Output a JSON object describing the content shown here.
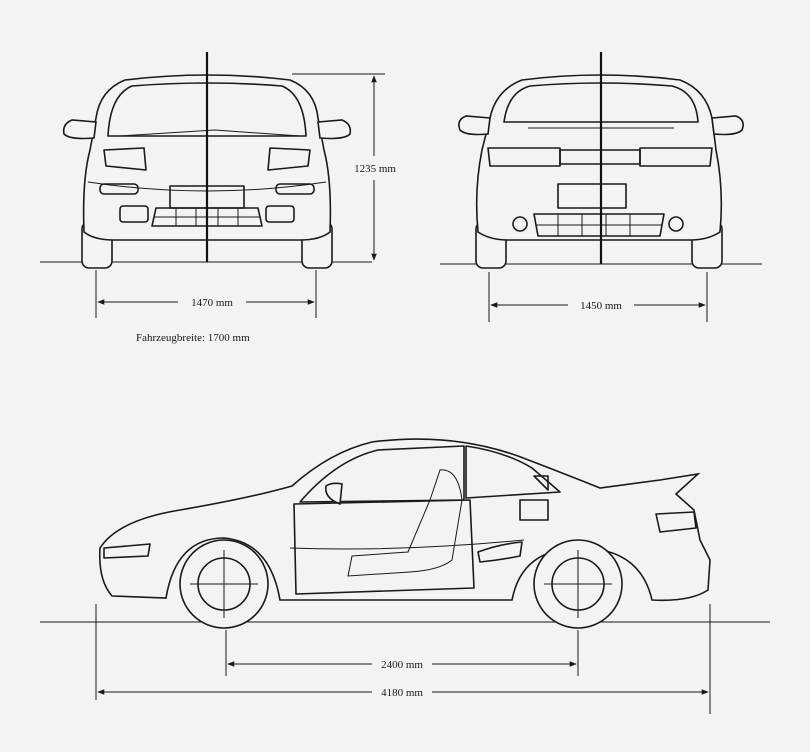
{
  "dimensions": {
    "height": "1235 mm",
    "front_track": "1470 mm",
    "rear_track": "1450 mm",
    "vehicle_width": "Fahrzeugbreite: 1700 mm",
    "wheelbase": "2400 mm",
    "length": "4180 mm"
  }
}
